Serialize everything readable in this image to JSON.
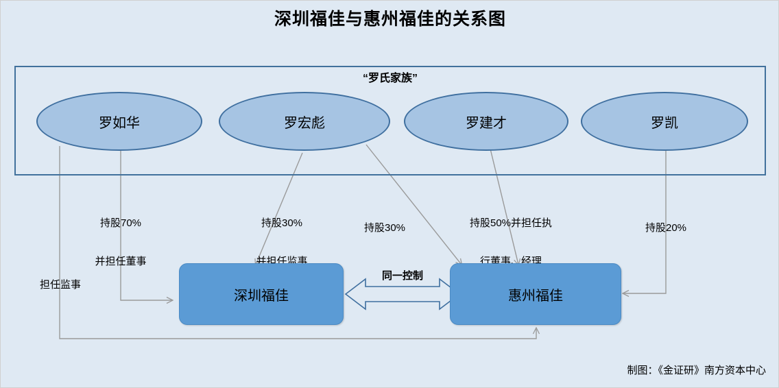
{
  "page": {
    "title": "深圳福佳与惠州福佳的关系图",
    "background_color": "#dfe9f3",
    "credit": "制图：《金证研》南方资本中心"
  },
  "family_group": {
    "label": "“罗氏家族”",
    "border_color": "#41719c",
    "members": [
      {
        "name": "罗如华"
      },
      {
        "name": "罗宏彪"
      },
      {
        "name": "罗建才"
      },
      {
        "name": "罗凯"
      }
    ]
  },
  "companies": [
    {
      "name": "深圳福佳",
      "fill_color": "#5b9bd5"
    },
    {
      "name": "惠州福佳",
      "fill_color": "#5b9bd5"
    }
  ],
  "relation_arrow": {
    "label": "同一控制",
    "direction": "bidirectional"
  },
  "edges": [
    {
      "id": "luoruhua-shenzhen",
      "from": "罗如华",
      "to": "深圳福佳",
      "label_line1": "持股70%",
      "label_line2": "并担任董事"
    },
    {
      "id": "luoruhua-huizhou",
      "from": "罗如华",
      "to": "惠州福佳",
      "label_line1": "担任监事",
      "label_line2": ""
    },
    {
      "id": "luohongbiao-shenzhen",
      "from": "罗宏彪",
      "to": "深圳福佳",
      "label_line1": "持股30%",
      "label_line2": "并担任监事"
    },
    {
      "id": "luohongbiao-huizhou",
      "from": "罗宏彪",
      "to": "惠州福佳",
      "label_line1": "持股30%",
      "label_line2": ""
    },
    {
      "id": "luojiancai-huizhou",
      "from": "罗建才",
      "to": "惠州福佳",
      "label_line1": "持股50%并担任执",
      "label_line2": "行董事、经理"
    },
    {
      "id": "luokai-huizhou",
      "from": "罗凯",
      "to": "惠州福佳",
      "label_line1": "持股20%",
      "label_line2": ""
    }
  ]
}
